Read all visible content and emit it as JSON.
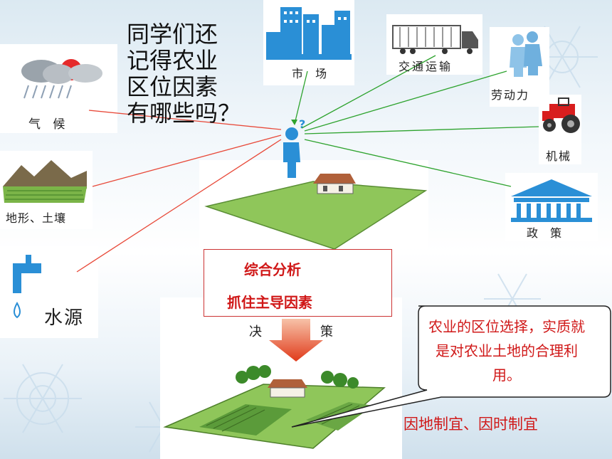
{
  "question": [
    "同学们还",
    "记得农业",
    "区位因素",
    "有哪些吗？"
  ],
  "factors": {
    "climate": "气 候",
    "terrain_soil": "地形、土壤",
    "water": "水源",
    "market": "市 场",
    "transport": "交通运输",
    "labor": "劳动力",
    "machinery": "机械",
    "policy": "政 策"
  },
  "decision_box": {
    "line1": "综合分析",
    "line2": "抓住主导因素"
  },
  "decision_label": {
    "left": "决",
    "right": "策"
  },
  "callout": "农业的区位选择，实质就是对农业土地的合理利用。",
  "bottom_text": "因地制宜、因时制宜",
  "colors": {
    "natural_arrows": "#e84a3a",
    "social_arrows": "#2ea32e",
    "highlight_text": "#d01818",
    "building_blue": "#2a8fd6",
    "field_green": "#8fc65a"
  }
}
